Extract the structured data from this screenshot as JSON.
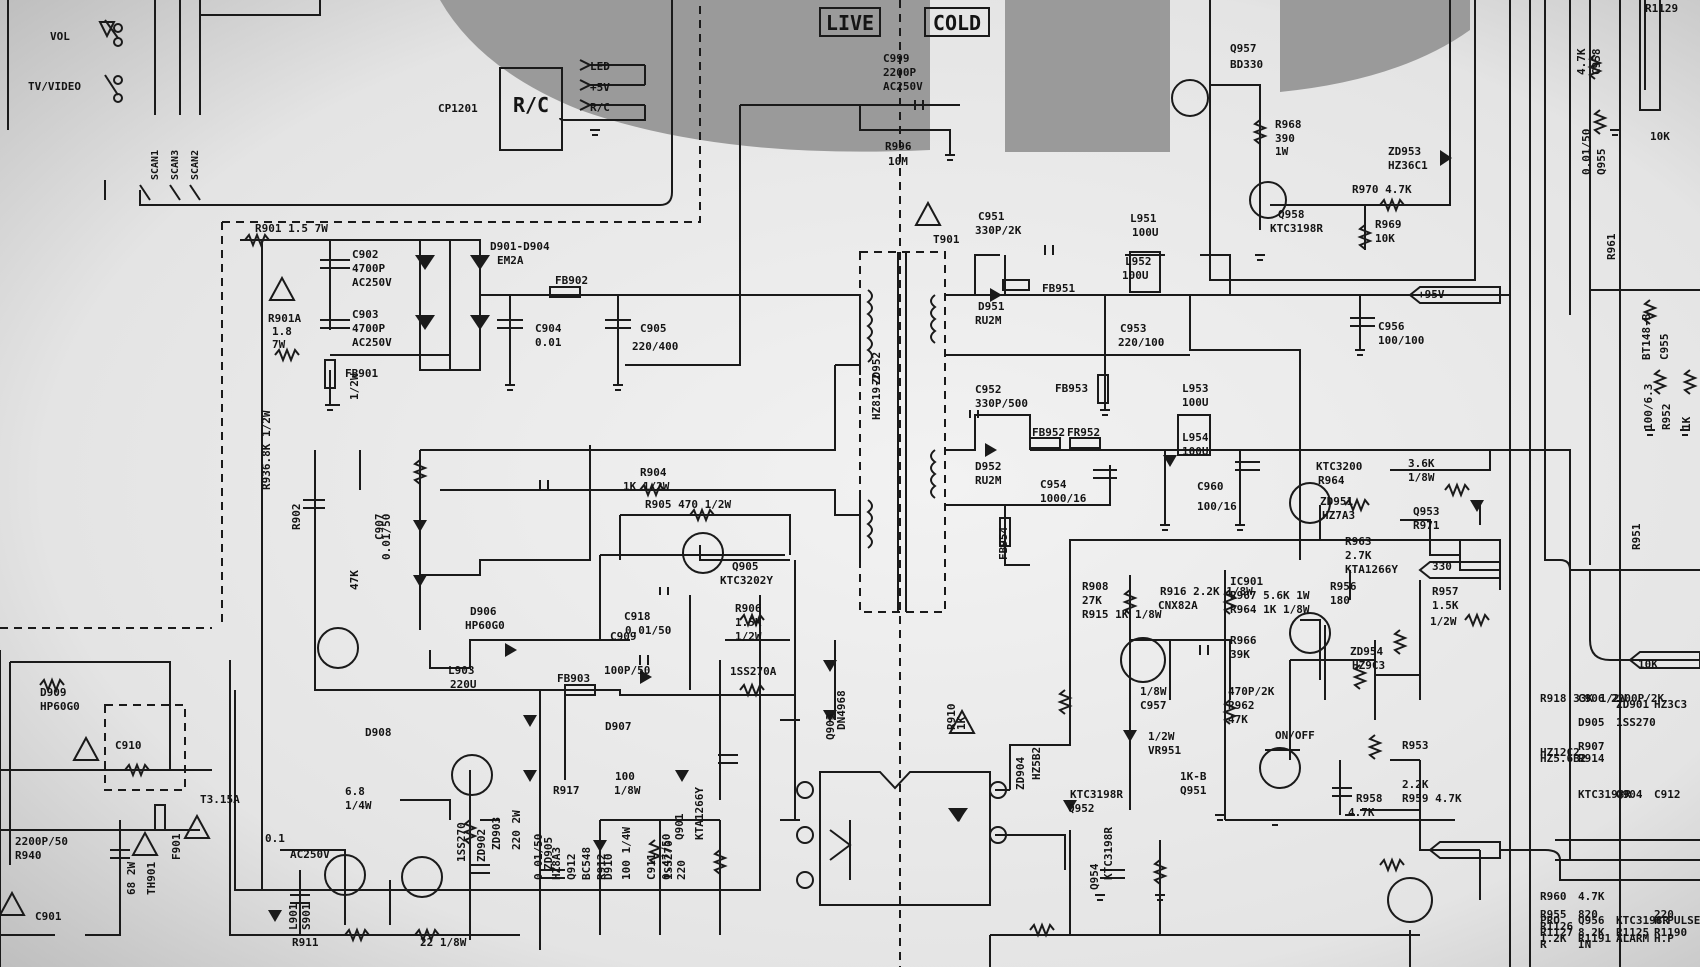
{
  "zones": {
    "live": "LIVE",
    "cold": "COLD"
  },
  "rc_block": {
    "ref": "CP1201",
    "label": "R/C",
    "pins": [
      "LED",
      "+5V",
      "R/C"
    ],
    "scan_lines": [
      "SCAN1",
      "SCAN3",
      "SCAN2"
    ],
    "switches": [
      "VOL",
      "TV/VIDEO"
    ]
  },
  "labels": [
    "R901 1.5 7W",
    "C902",
    "4700P",
    "AC250V",
    "C903",
    "4700P",
    "AC250V",
    "D901-D904",
    "EM2A",
    "FB902",
    "C904",
    "0.01",
    "C905",
    "220/400",
    "R901A",
    "1.8",
    "7W",
    "FB901",
    "C999",
    "2200P",
    "AC250V",
    "R996",
    "10M",
    "T901",
    "C951",
    "330P/2K",
    "FB951",
    "L951",
    "100U",
    "L952",
    "100U",
    "D951",
    "RU2M",
    "C953",
    "220/100",
    "C956",
    "100/100",
    "FB953",
    "C952",
    "330P/500",
    "D952",
    "RU2M",
    "FB952",
    "FR952",
    "L953",
    "100U",
    "L954",
    "100U",
    "C954",
    "1000/16",
    "ZD952",
    "HZ819-2",
    "C960",
    "100/16",
    "FB954",
    "Q957",
    "BD330",
    "R968",
    "390",
    "1W",
    "ZD953",
    "HZ36C1",
    "Q958",
    "KTC3198R",
    "R970 4.7K",
    "R969",
    "10K",
    "+95V",
    "R918 33K 1/2W",
    "C906 2200P/2K",
    "R936.8K 1/2W",
    "R902",
    "47K",
    "1/2W",
    "ZD901",
    "HZ3C3",
    "C907",
    "0.01/50",
    "R904",
    "1K 1/2W",
    "R905 470 1/2W",
    "C918",
    "0.01/50",
    "Q905",
    "KTC3202Y",
    "D905",
    "1SS270",
    "D906",
    "HP60G0",
    "L903",
    "220U",
    "Q903",
    "DN4968",
    "R906",
    "1.5K",
    "1/2W",
    "FB903",
    "C909",
    "100P/50",
    "D907",
    "1SS270A",
    "R907",
    "220 2W",
    "ZD903",
    "HZ12C2",
    "D908",
    "1SS270",
    "ZD902",
    "HZ5.6B2",
    "R914",
    "6.8",
    "1/4W",
    "Q901",
    "KTA1266Y",
    "R917",
    "100",
    "1/8W",
    "D910",
    "1SS270",
    "D909",
    "HP60G0",
    "C910",
    "2200P/50",
    "R940",
    "68 2W",
    "TH901",
    "F901",
    "T3.15A",
    "C901",
    "0.1",
    "AC250V",
    "L901",
    "S901",
    "KTC3198R",
    "Q904",
    "C912",
    "0.01/50",
    "ZD905",
    "HZ8A3",
    "Q912",
    "BC548",
    "R912",
    "100 1/4W",
    "C911",
    "0.47/50",
    "220",
    "R911",
    "22 1/8W",
    "ZD904",
    "HZ5B2",
    "R910",
    "1K",
    "R908",
    "27K",
    "R915 1K 1/8W",
    "R916 2.2K 1/8W",
    "CNX82A",
    "IC901",
    "R967 5.6K 1W",
    "R964 1K 1/8W",
    "R966",
    "39K",
    "1/8W",
    "C957",
    "470P/2K",
    "R962",
    "47K",
    "1/2W",
    "VR951",
    "1K-B",
    "Q951",
    "KTC3200",
    "R964",
    "3.6K",
    "1/8W",
    "ZD951",
    "HZ7A3",
    "R963",
    "2.7K",
    "KTA1266Y",
    "Q953",
    "R971",
    "330",
    "R956",
    "180",
    "R957",
    "1.5K",
    "1/2W",
    "ZD954",
    "HZ9C3",
    "ON/OFF",
    "Q954",
    "KTC3198R",
    "R953",
    "2.2K",
    "R959 4.7K",
    "R958",
    "4.7K",
    "KTC3198R",
    "Q952",
    "R960",
    "4.7K",
    "R961",
    "4.7K",
    "C958",
    "0.01/50",
    "Q955",
    "BT148-B",
    "C955",
    "100/6.3",
    "R952",
    "1K",
    "R955",
    "820",
    "R951",
    "220",
    "PRO",
    "Q956",
    "KTC3198R",
    "H.PULSE",
    "R1126",
    "10K",
    "R1129",
    "10K",
    "R1127",
    "8.2K",
    "R1125",
    "R1190",
    "1.2K",
    "R1191",
    "ALARM",
    "H.P",
    "R",
    "IN"
  ]
}
